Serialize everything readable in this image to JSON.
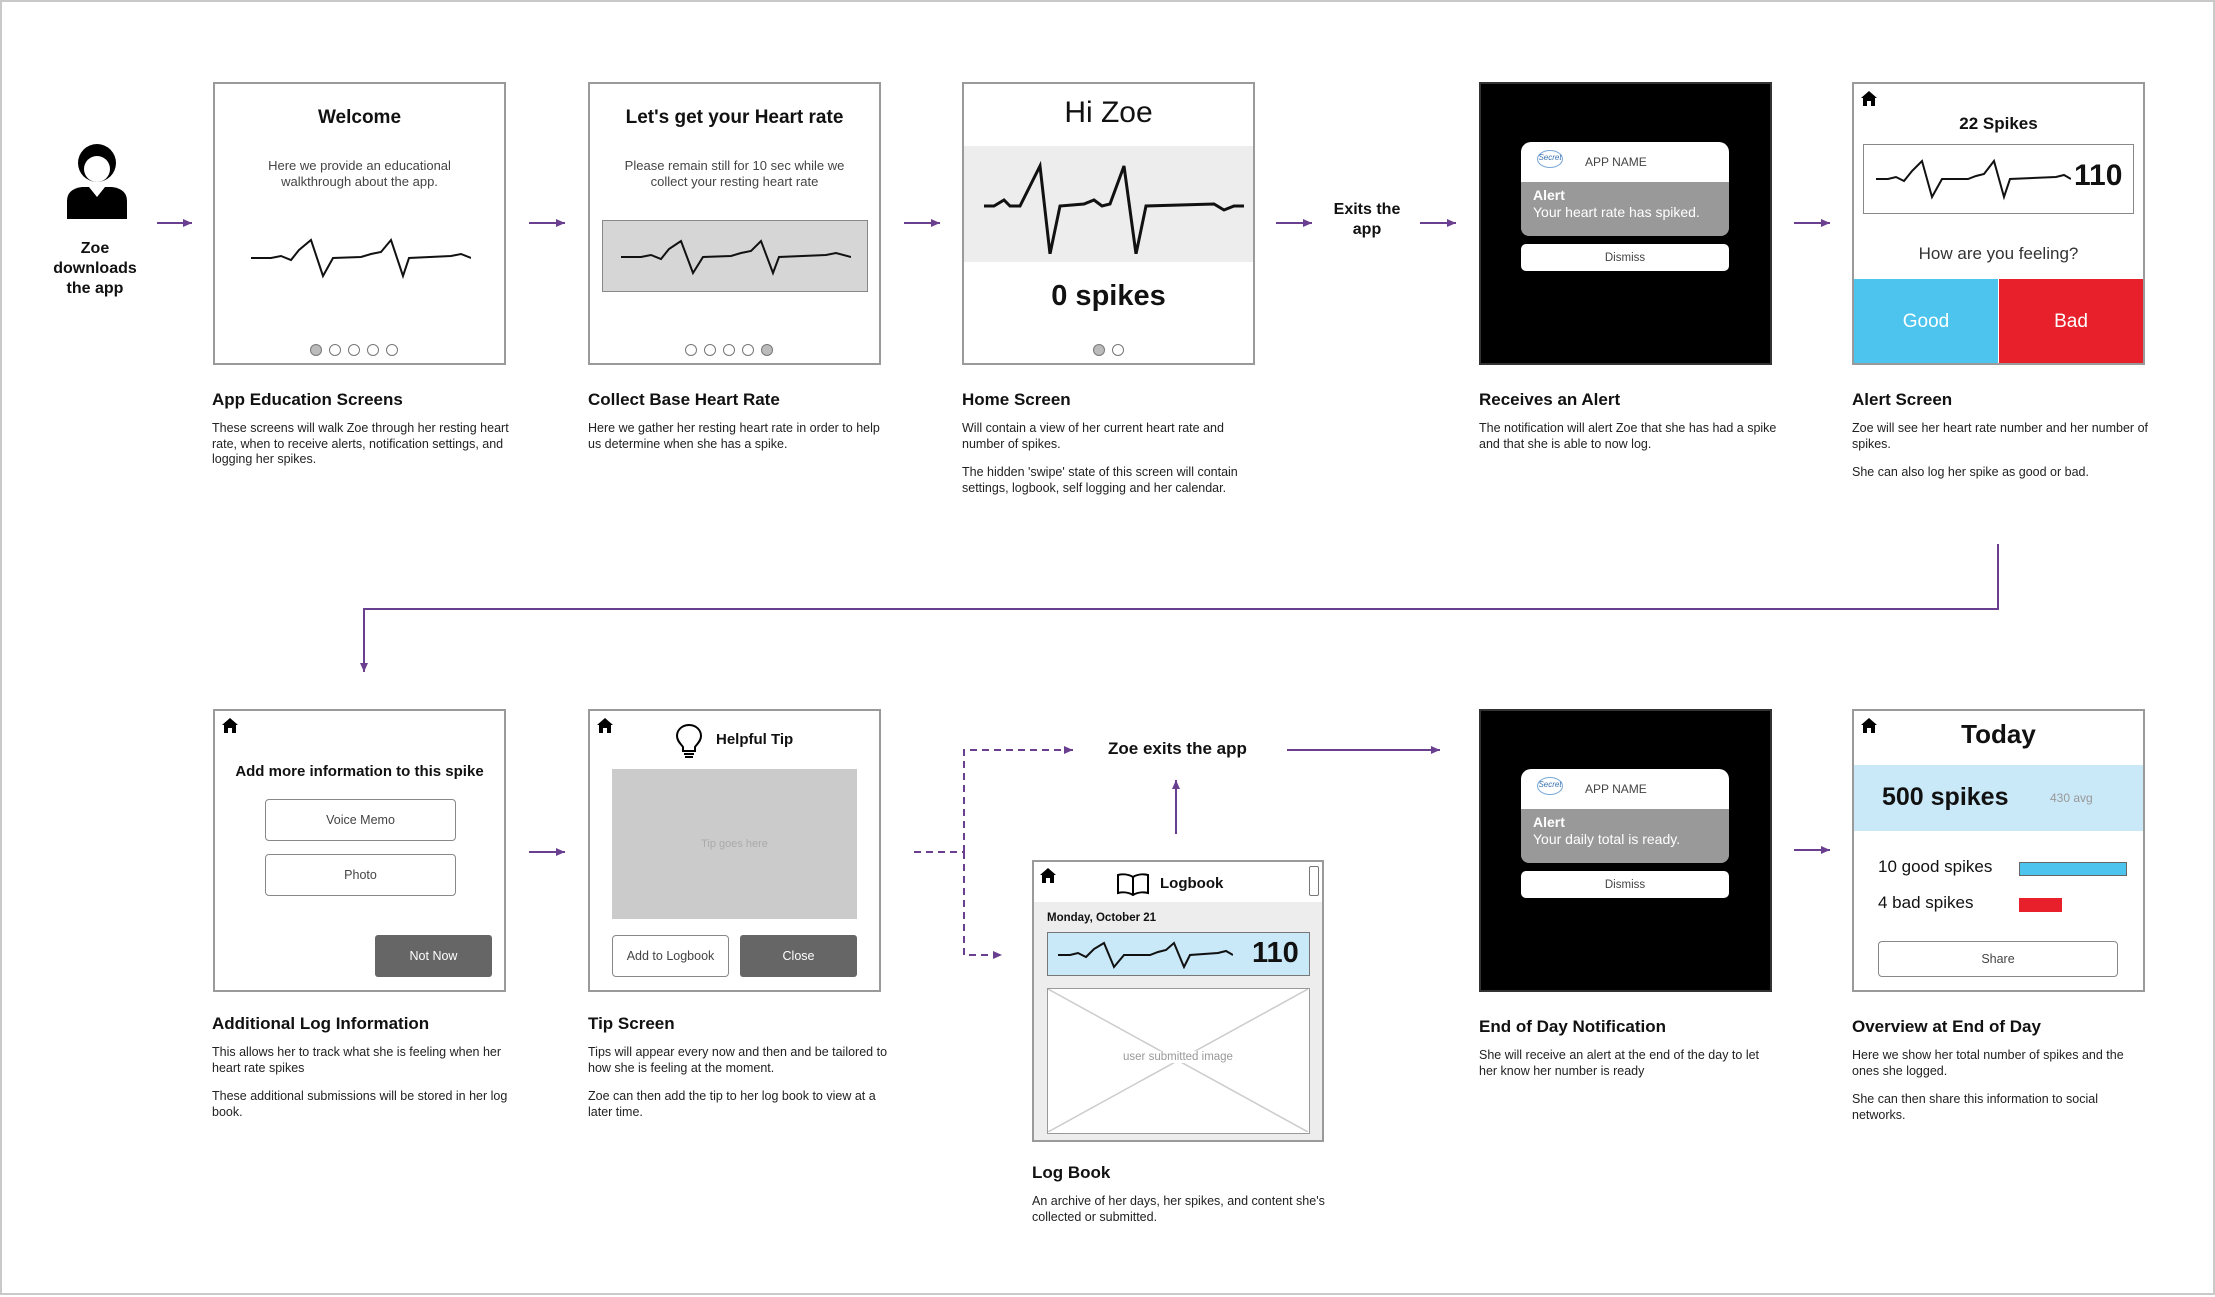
{
  "user": {
    "label": "Zoe downloads the app",
    "icon": "user-icon"
  },
  "exits_label": "Exits the app",
  "zoe_exits_label": "Zoe exits the app",
  "screens": {
    "welcome": {
      "title": "Welcome",
      "text": "Here we provide an educational walkthrough about the app.",
      "caption_title": "App Education Screens",
      "caption": "These screens will walk Zoe through her resting heart rate, when to receive alerts, notification settings, and logging her spikes."
    },
    "heart_rate": {
      "title": "Let's get your Heart rate",
      "text": "Please remain still for 10 sec while we collect your resting heart rate",
      "caption_title": "Collect Base Heart Rate",
      "caption": "Here we gather her resting heart rate in order to help us determine when she has a spike."
    },
    "home": {
      "title": "Hi Zoe",
      "spikes": "0 spikes",
      "caption_title": "Home Screen",
      "caption_1": "Will contain a view of her current heart rate and number of spikes.",
      "caption_2": "The hidden 'swipe' state of this screen will contain settings, logbook, self logging and her calendar."
    },
    "alert_notif": {
      "logo": "Secret",
      "app_name": "APP NAME",
      "alert_title": "Alert",
      "alert_text": "Your heart rate has spiked.",
      "dismiss": "Dismiss",
      "caption_title": "Receives an Alert",
      "caption": "The notification will alert Zoe that she has had a spike and that she is able to now log."
    },
    "alert_screen": {
      "title": "22 Spikes",
      "rate": "110",
      "question": "How are you feeling?",
      "good": "Good",
      "bad": "Bad",
      "good_color": "#4cc4ee",
      "bad_color": "#e8202b",
      "caption_title": "Alert Screen",
      "caption_1": "Zoe will see her heart rate number and her number of spikes.",
      "caption_2": "She can also log her spike as good or bad."
    },
    "more_info": {
      "title": "Add more information to this spike",
      "voice_memo": "Voice Memo",
      "photo": "Photo",
      "not_now": "Not Now",
      "caption_title": "Additional Log Information",
      "caption_1": "This allows her to track what she is feeling when her heart rate spikes",
      "caption_2": "These additional submissions will be stored in her log book."
    },
    "tip": {
      "title": "Helpful Tip",
      "placeholder": "Tip goes here",
      "add": "Add to Logbook",
      "close": "Close",
      "caption_title": "Tip Screen",
      "caption_1": "Tips will appear every now and then and be tailored to how she is feeling at the moment.",
      "caption_2": "Zoe can then add the tip to her log book to view at a later time."
    },
    "logbook": {
      "title": "Logbook",
      "date": "Monday, October 21",
      "rate": "110",
      "image": "user submitted image",
      "caption_title": "Log Book",
      "caption": "An archive of her days, her spikes, and content she's collected or submitted."
    },
    "eod_notif": {
      "logo": "Secret",
      "app_name": "APP NAME",
      "alert_title": "Alert",
      "alert_text": "Your daily total is ready.",
      "dismiss": "Dismiss",
      "caption_title": "End of Day Notification",
      "caption": "She will receive an alert at the end of the day to let her know her number is ready"
    },
    "overview": {
      "title": "Today",
      "spikes": "500 spikes",
      "avg": "430 avg",
      "good": "10 good spikes",
      "bad": "4 bad spikes",
      "share": "Share",
      "good_color": "#4cc4ee",
      "bad_color": "#e8202b",
      "good_fraction": 1.0,
      "bad_fraction": 0.4,
      "caption_title": "Overview at End of Day",
      "caption_1": "Here we show her total number of spikes and the ones she logged.",
      "caption_2": "She can then share this information to social networks."
    }
  },
  "colors": {
    "arrow": "#6b3f8f",
    "highlight": "#c9e8f8",
    "panel": "#ededed"
  }
}
